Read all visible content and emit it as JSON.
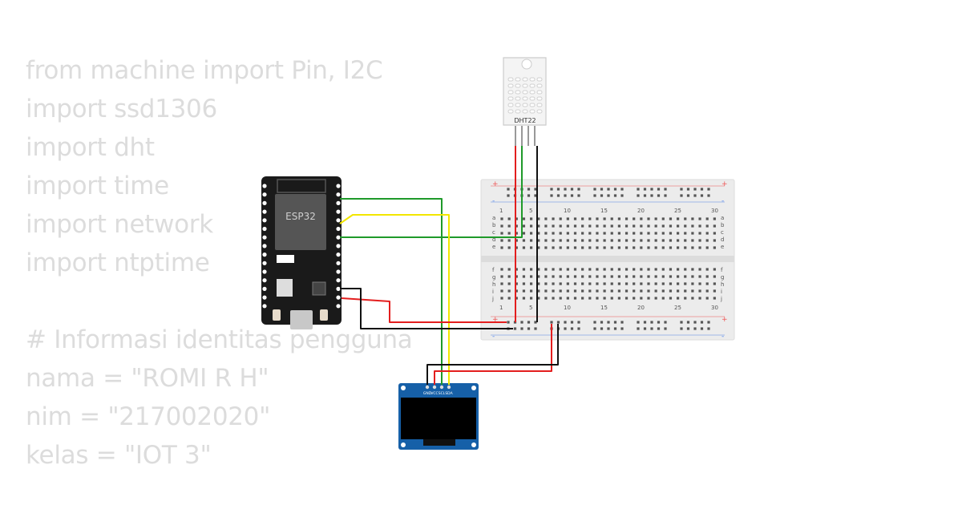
{
  "code_lines": [
    "from machine import Pin, I2C",
    "import ssd1306",
    "import dht",
    "import time",
    "import network",
    "import ntptime",
    "",
    "# Informasi identitas pengguna",
    "nama = \"ROMI R H\"",
    "nim = \"217002020\"",
    "kelas = \"IOT 3\""
  ],
  "esp32": {
    "label": "ESP32"
  },
  "dht22": {
    "label": "DHT22"
  },
  "oled": {
    "pins": [
      "GND",
      "VCC",
      "SCL",
      "SDA"
    ]
  },
  "breadboard": {
    "column_numbers": [
      "1",
      "5",
      "10",
      "15",
      "20",
      "25",
      "30"
    ],
    "rows_top": [
      "a",
      "b",
      "c",
      "d",
      "e"
    ],
    "rows_bottom": [
      "f",
      "g",
      "h",
      "i",
      "j"
    ],
    "rail_plus": "+",
    "rail_minus": "-"
  },
  "colors": {
    "wire_red": "#e31e1e",
    "wire_green": "#1f9a2a",
    "wire_yellow": "#f2e600",
    "wire_black": "#111111",
    "board_black": "#1a1a1a",
    "oled_blue": "#1660a8",
    "breadboard": "#ececec"
  }
}
